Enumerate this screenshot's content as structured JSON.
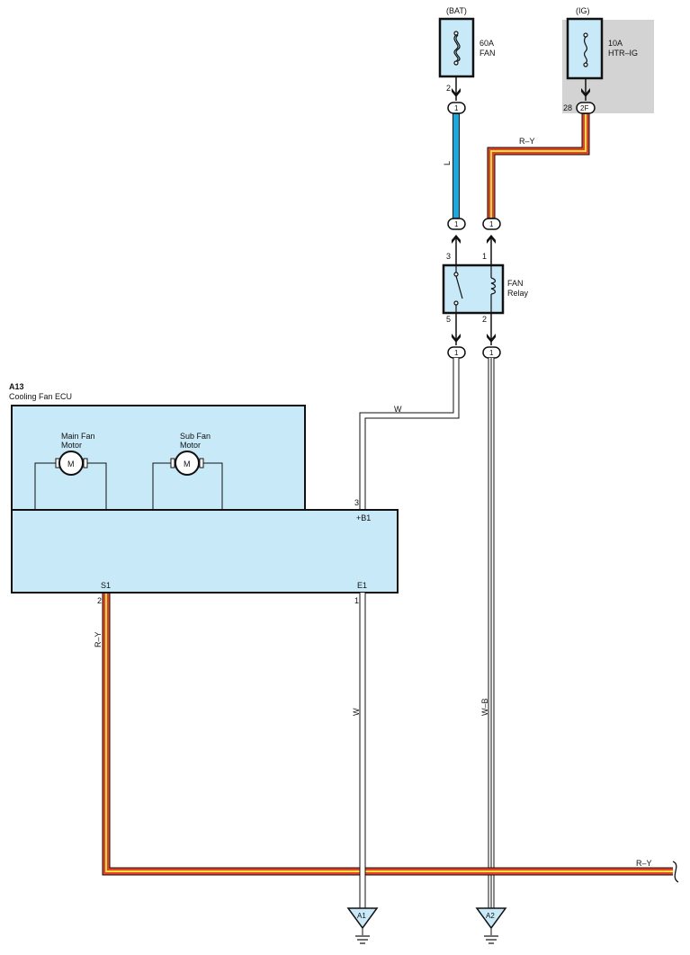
{
  "fuses": {
    "bat": {
      "supply": "(BAT)",
      "rating": "60A",
      "name": "FAN",
      "out_pin": "2",
      "conn_pin": "1"
    },
    "ig": {
      "supply": "(IG)",
      "rating": "10A",
      "name": "HTR–IG",
      "out_pin": "28",
      "conn_pin": "2F"
    }
  },
  "relay": {
    "name_line1": "FAN",
    "name_line2": "Relay",
    "pins": {
      "p3": "3",
      "p1": "1",
      "p5": "5",
      "p2": "2"
    },
    "conn_top_left": "1",
    "conn_top_right": "1",
    "conn_bottom_left": "1",
    "conn_bottom_right": "1"
  },
  "ecu": {
    "code": "A13",
    "name": "Cooling Fan ECU",
    "main_motor_line1": "Main Fan",
    "main_motor_line2": "Motor",
    "sub_motor_line1": "Sub Fan",
    "sub_motor_line2": "Motor",
    "motor_symbol": "M",
    "pins": {
      "b1_num": "3",
      "b1_name": "+B1",
      "s1_num": "2",
      "s1_name": "S1",
      "e1_num": "1",
      "e1_name": "E1"
    }
  },
  "wires": {
    "bat_to_relay": "L",
    "ig_to_relay": "R–Y",
    "relay_to_ecu": "W",
    "relay_coil_ground": "W–B",
    "ecu_ground": "W",
    "s1_out": "R–Y",
    "s1_bottom": "R–Y"
  },
  "grounds": {
    "a1": "A1",
    "a2": "A2"
  },
  "colors": {
    "blue_wire": "#1aa8e0",
    "red_wire": "#e8412a",
    "yellow_wire": "#f6e23a",
    "component_fill": "#c8e9f8",
    "ig_shade": "#d3d3d3"
  }
}
